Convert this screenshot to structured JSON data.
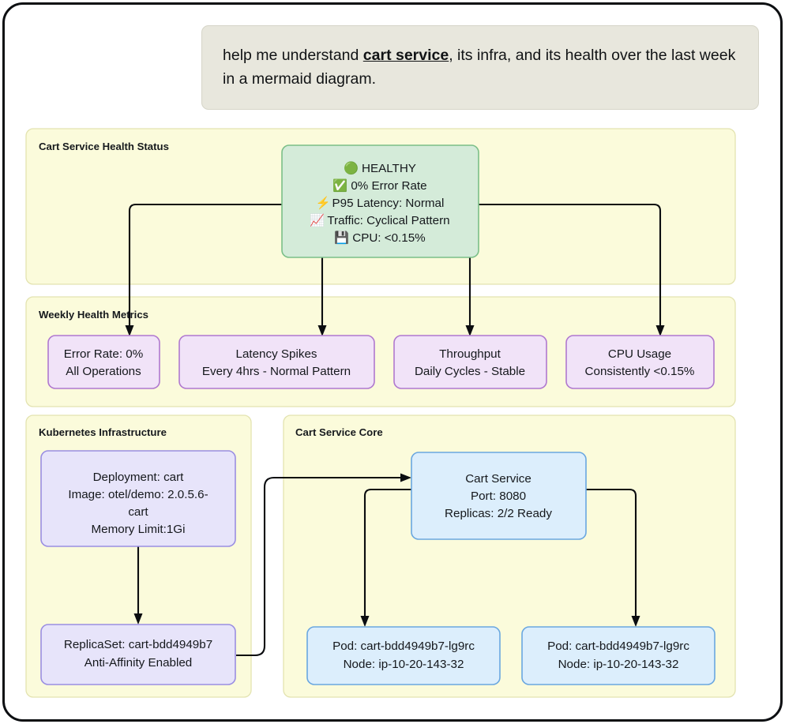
{
  "prompt": {
    "text_before": "help me understand ",
    "emphasis": "cart service",
    "text_after": ", its infra, and its health over the last week in a mermaid diagram."
  },
  "colors": {
    "frame_border": "#0d0f12",
    "bubble_bg": "#e8e7dd",
    "subgraph_bg": "#fbfbdb",
    "subgraph_border": "#e3e3b0",
    "green_fill": "#d4ebd9",
    "green_border": "#7bbf88",
    "purple_fill": "#f1e3f8",
    "purple_border": "#b078cf",
    "lavender_fill": "#e7e4fa",
    "lavender_border": "#9a8ee2",
    "blue_fill": "#dceefc",
    "blue_border": "#6aa7e0",
    "edge": "#0b0d10"
  },
  "subgraphs": {
    "health_status": {
      "title": "Cart Service Health Status"
    },
    "weekly_metrics": {
      "title": "Weekly Health Metrics"
    },
    "k8s_infra": {
      "title": "Kubernetes Infrastructure"
    },
    "cart_core": {
      "title": "Cart Service Core"
    }
  },
  "nodes": {
    "health": {
      "name": "health-status-node",
      "lines": [
        {
          "icon": "green-circle-icon",
          "glyph": "🟢",
          "text": "HEALTHY"
        },
        {
          "icon": "check-mark-button-icon",
          "glyph": "✅",
          "text": "0% Error Rate"
        },
        {
          "icon": "high-voltage-icon",
          "glyph": "⚡",
          "text": "P95 Latency: Normal"
        },
        {
          "icon": "chart-increasing-icon",
          "glyph": "📈",
          "text": "Traffic: Cyclical Pattern"
        },
        {
          "icon": "floppy-disk-icon",
          "glyph": "💾",
          "text": "CPU: <0.15%"
        }
      ]
    },
    "error_rate": {
      "lines": [
        "Error Rate: 0%",
        "All Operations"
      ]
    },
    "latency": {
      "lines": [
        "Latency Spikes",
        "Every 4hrs - Normal Pattern"
      ]
    },
    "throughput": {
      "lines": [
        "Throughput",
        "Daily Cycles - Stable"
      ]
    },
    "cpu_usage": {
      "lines": [
        "CPU Usage",
        "Consistently <0.15%"
      ]
    },
    "deployment": {
      "lines": [
        "Deployment: cart",
        "Image: otel/demo: 2.0.5.6-",
        "cart",
        "Memory Limit:1Gi"
      ]
    },
    "replicaset": {
      "lines": [
        "ReplicaSet: cart-bdd4949b7",
        "Anti-Affinity Enabled"
      ]
    },
    "cart_service": {
      "lines": [
        "Cart Service",
        "Port: 8080",
        "Replicas: 2/2 Ready"
      ]
    },
    "pod_one": {
      "lines": [
        "Pod: cart-bdd4949b7-lg9rc",
        "Node: ip-10-20-143-32"
      ]
    },
    "pod_two": {
      "lines": [
        "Pod: cart-bdd4949b7-lg9rc",
        "Node: ip-10-20-143-32"
      ]
    }
  }
}
